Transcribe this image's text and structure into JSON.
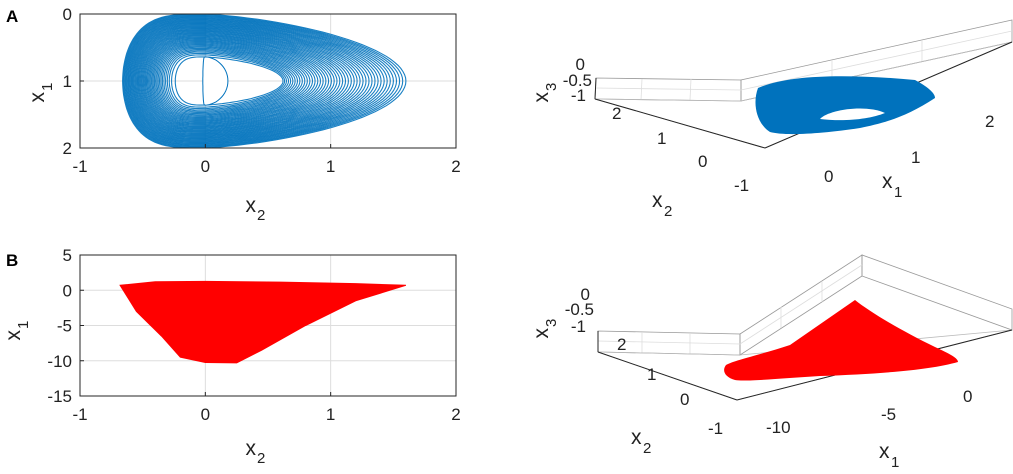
{
  "panels": {
    "A": "A",
    "B": "B"
  },
  "colors": {
    "blue": "#0072BD",
    "red": "#FF0000"
  },
  "chart_data": [
    {
      "id": "A-2d",
      "type": "line",
      "panel": "A",
      "xlabel": "x",
      "xlabel_sub": "2",
      "ylabel": "x",
      "ylabel_sub": "1",
      "xlim": [
        -1,
        2
      ],
      "ylim": [
        0,
        2
      ],
      "y_reversed": true,
      "xticks": [
        "-1",
        "0",
        "1",
        "2"
      ],
      "yticks": [
        "0",
        "1",
        "2"
      ],
      "grid": true,
      "series": [
        {
          "color": "#0072BD",
          "description_points": [
            [
              0,
              0
            ],
            [
              1.6,
              1
            ],
            [
              0,
              2
            ],
            [
              0,
              0.63
            ],
            [
              0,
              1.36
            ]
          ]
        }
      ]
    },
    {
      "id": "A-3d",
      "type": "line",
      "panel": "A",
      "xlabel": "x",
      "xlabel_sub": "1",
      "ylabel": "x",
      "ylabel_sub": "2",
      "zlabel": "x",
      "zlabel_sub": "3",
      "xticks": [
        "0",
        "1",
        "2"
      ],
      "yticks": [
        "-1",
        "0",
        "1",
        "2"
      ],
      "zticks": [
        "0",
        "-0.5",
        "-1"
      ],
      "grid": true,
      "series": [
        {
          "color": "#0072BD"
        }
      ]
    },
    {
      "id": "B-2d",
      "type": "area",
      "panel": "B",
      "xlabel": "x",
      "xlabel_sub": "2",
      "ylabel": "x",
      "ylabel_sub": "1",
      "xlim": [
        -1,
        2
      ],
      "ylim": [
        -15,
        5
      ],
      "xticks": [
        "-1",
        "0",
        "1",
        "2"
      ],
      "yticks": [
        "5",
        "0",
        "-5",
        "-10",
        "-15"
      ],
      "grid": true,
      "series": [
        {
          "color": "#FF0000",
          "polygon": [
            [
              -0.68,
              0.7
            ],
            [
              0.6,
              1.1
            ],
            [
              1.6,
              0.7
            ],
            [
              0.3,
              -10.3
            ],
            [
              -0.1,
              -10.2
            ],
            [
              -0.68,
              0.7
            ]
          ]
        }
      ]
    },
    {
      "id": "B-3d",
      "type": "area",
      "panel": "B",
      "xlabel": "x",
      "xlabel_sub": "1",
      "ylabel": "x",
      "ylabel_sub": "2",
      "zlabel": "x",
      "zlabel_sub": "3",
      "xticks": [
        "-10",
        "-5",
        "0"
      ],
      "yticks": [
        "-1",
        "0",
        "1",
        "2"
      ],
      "zticks": [
        "0",
        "-0.5",
        "-1"
      ],
      "grid": true,
      "series": [
        {
          "color": "#FF0000"
        }
      ]
    }
  ]
}
